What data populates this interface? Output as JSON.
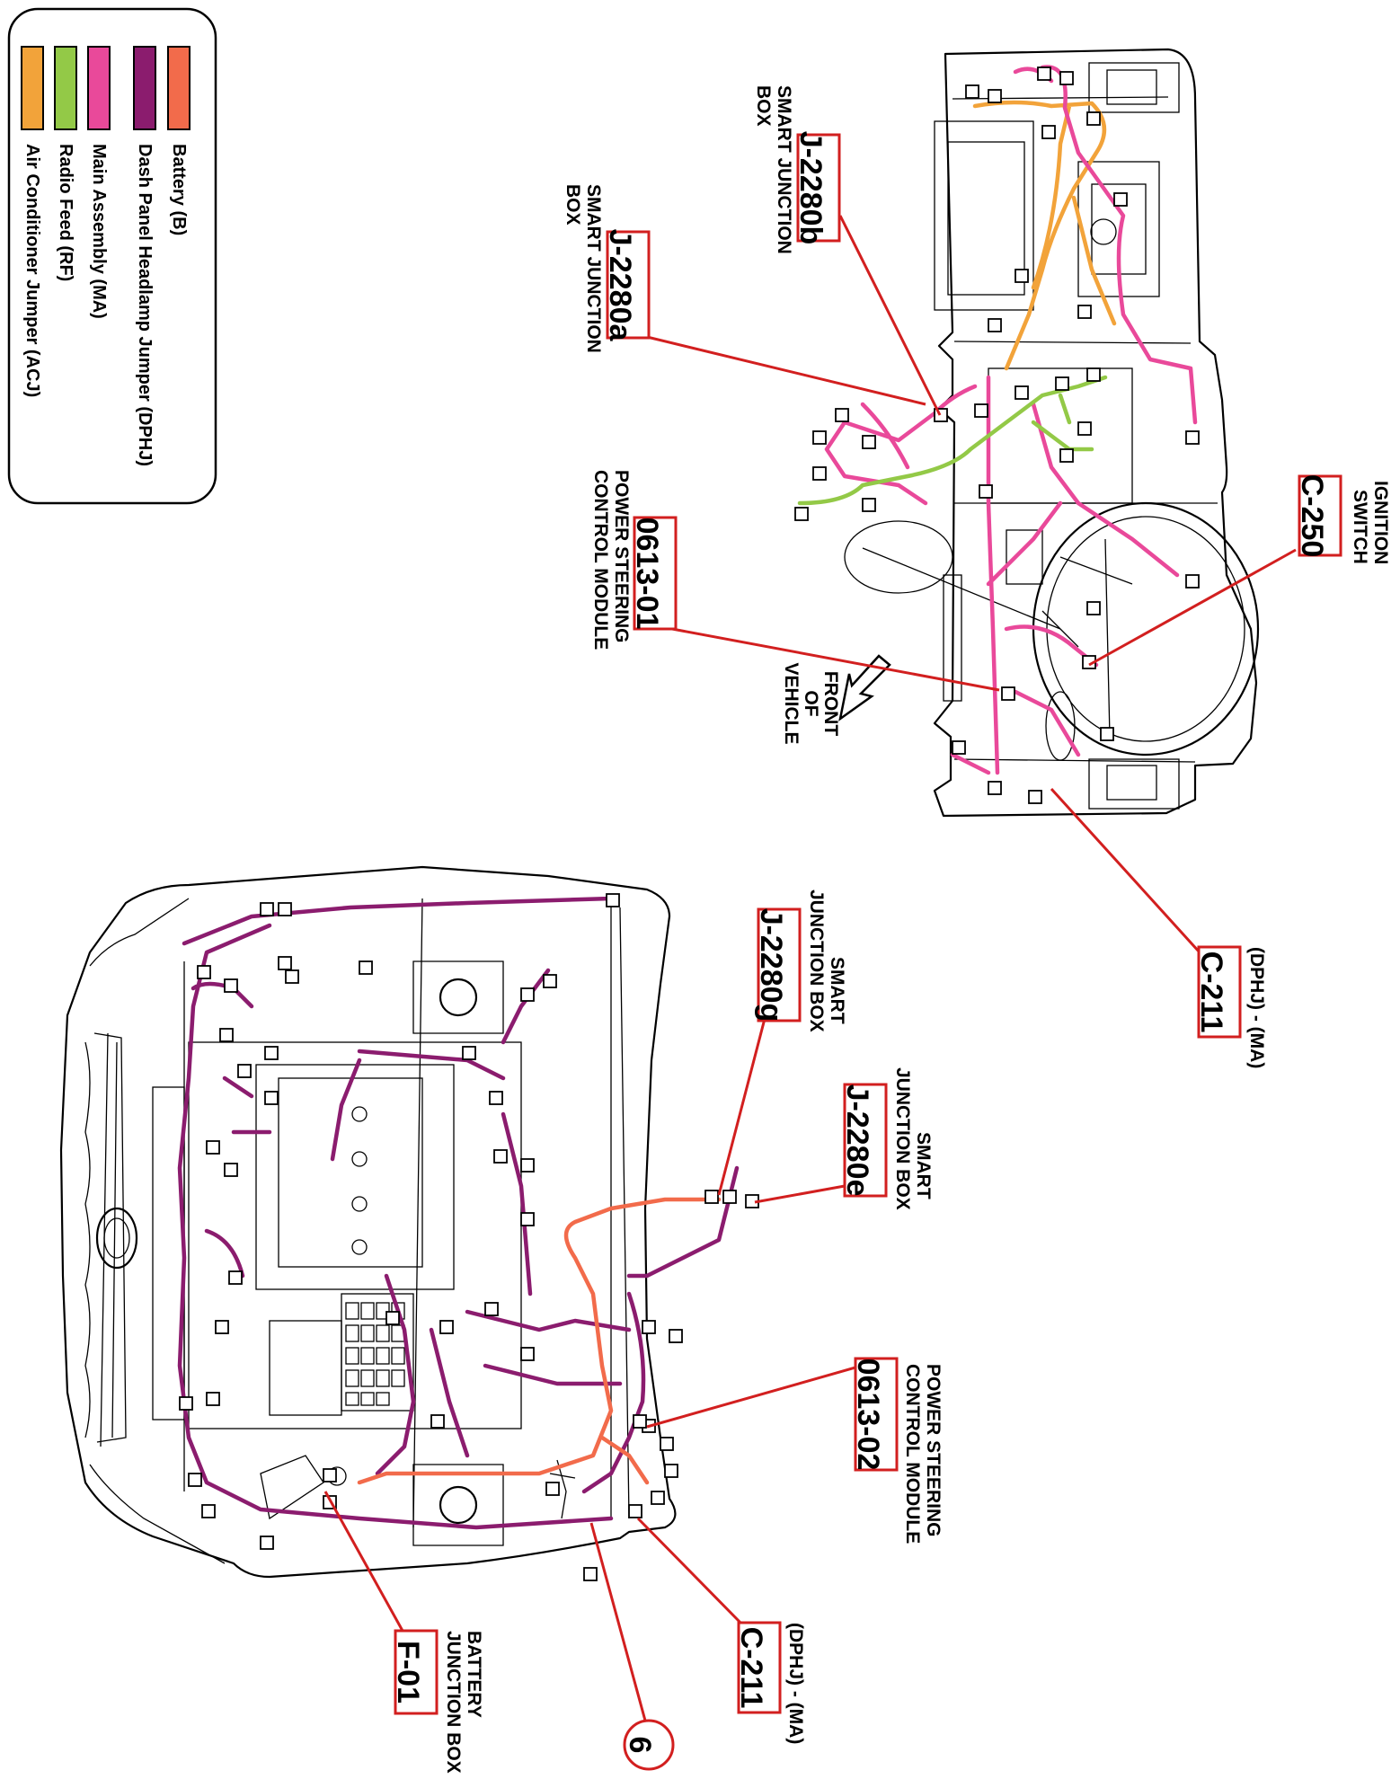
{
  "legend": [
    {
      "label": "Battery (B)",
      "color": "#f26b4b"
    },
    {
      "label": "Dash Panel Headlamp Jumper (DPHJ)",
      "color": "#8b1c6e"
    },
    {
      "label": "Main Assembly (MA)",
      "color": "#e9499a"
    },
    {
      "label": "Radio Feed (RF)",
      "color": "#93c947"
    },
    {
      "label": "Air Conditioner Jumper   (ACJ)",
      "color": "#f2a33a"
    }
  ],
  "callouts": {
    "j2280b": {
      "id": "J-2280b",
      "desc": [
        "SMART JUNCTION",
        "BOX"
      ]
    },
    "j2280a": {
      "id": "J-2280a",
      "desc": [
        "SMART JUNCTION",
        "BOX"
      ]
    },
    "m0613_01": {
      "id": "0613-01",
      "desc": [
        "POWER STEERING",
        "CONTROL MODULE"
      ]
    },
    "c250": {
      "id": "C-250",
      "desc": [
        "IGNITION",
        "SWITCH"
      ]
    },
    "c211_top": {
      "id": "C-211",
      "desc": [
        "(DPHJ) - (MA)"
      ]
    },
    "j2280g": {
      "id": "J-2280g",
      "desc": [
        "SMART",
        "JUNCTION BOX"
      ]
    },
    "j2280e": {
      "id": "J-2280e",
      "desc": [
        "SMART",
        "JUNCTION BOX"
      ]
    },
    "m0613_02": {
      "id": "0613-02",
      "desc": [
        "POWER STEERING",
        "CONTROL MODULE"
      ]
    },
    "c211_bottom": {
      "id": "C-211",
      "desc": [
        "(DPHJ) - (MA)"
      ]
    },
    "f01": {
      "id": "F-01",
      "desc": [
        "BATTERY",
        "JUNCTION BOX"
      ]
    }
  },
  "front_of_vehicle": [
    "FRONT",
    "OF",
    "VEHICLE"
  ],
  "ground_marker": "6"
}
